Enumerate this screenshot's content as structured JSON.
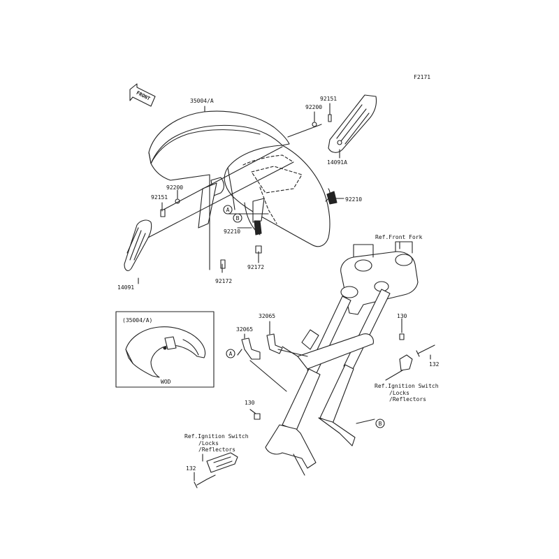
{
  "figure_code": "F2171",
  "front_arrow_label": "FRONT",
  "parts": {
    "fender": "35004/A",
    "bolt_92151_top": "92151",
    "collar_92200_top": "92200",
    "cover_right": "14091A",
    "nut_92210_right": "92210",
    "collar_92200_left": "92200",
    "bolt_92151_left": "92151",
    "nut_92210_mid": "92210",
    "bolt_92172_mid": "92172",
    "bolt_92172_low": "92172",
    "cover_left": "14091",
    "bracket_32065_a": "32065",
    "bracket_32065_b": "32065",
    "bolt_130_right": "130",
    "bolt_130_left": "130",
    "bolt_132_right": "132",
    "bolt_132_left": "132"
  },
  "callouts": {
    "a": "A",
    "b": "B"
  },
  "references": {
    "front_fork": "Ref.Front Fork",
    "ignition_right": [
      "Ref.Ignition Switch",
      "/Locks",
      "/Reflectors"
    ],
    "ignition_left": [
      "Ref.Ignition Switch",
      "/Locks",
      "/Reflectors"
    ]
  },
  "inset": {
    "title": "(35004/A)",
    "caption": "WOD"
  }
}
